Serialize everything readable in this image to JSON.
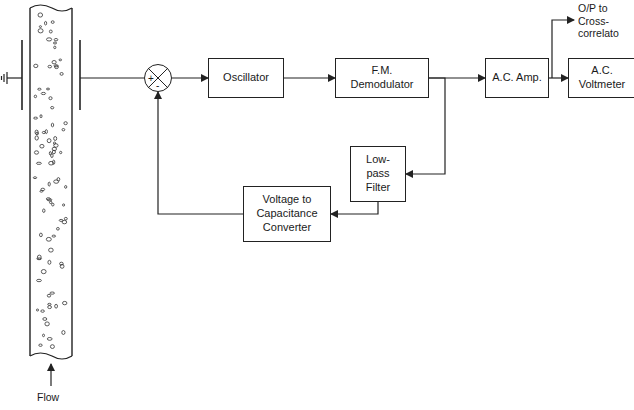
{
  "diagram": {
    "nodes": [
      {
        "text": [
          "+",
          "-"
        ]
      },
      {
        "text": [
          "Oscillator"
        ]
      },
      {
        "text": [
          "F.M. Demodulator"
        ]
      },
      {
        "text": [
          "A.C. Amp."
        ]
      },
      {
        "text": [
          "A.C. Voltmeter"
        ]
      },
      {
        "text": [
          "Low-pass Filter"
        ]
      },
      {
        "text": [
          "Voltage to Capacitance Converter"
        ]
      }
    ],
    "edges": [
      {
        "from": 0,
        "to": 1,
        "arrow": "to"
      },
      {
        "from": 1,
        "to": 2,
        "arrow": "to"
      },
      {
        "from": 2,
        "to": 3,
        "arrow": "to"
      },
      {
        "from": 3,
        "to": 4,
        "arrow": "to"
      },
      {
        "from": 2,
        "to": 5,
        "arrow": "to"
      },
      {
        "from": 5,
        "to": 6,
        "arrow": "to"
      },
      {
        "from": 6,
        "to": 0,
        "arrow": "to"
      }
    ],
    "labels": [
      "O/P to Cross- correlato",
      "Flow"
    ]
  }
}
